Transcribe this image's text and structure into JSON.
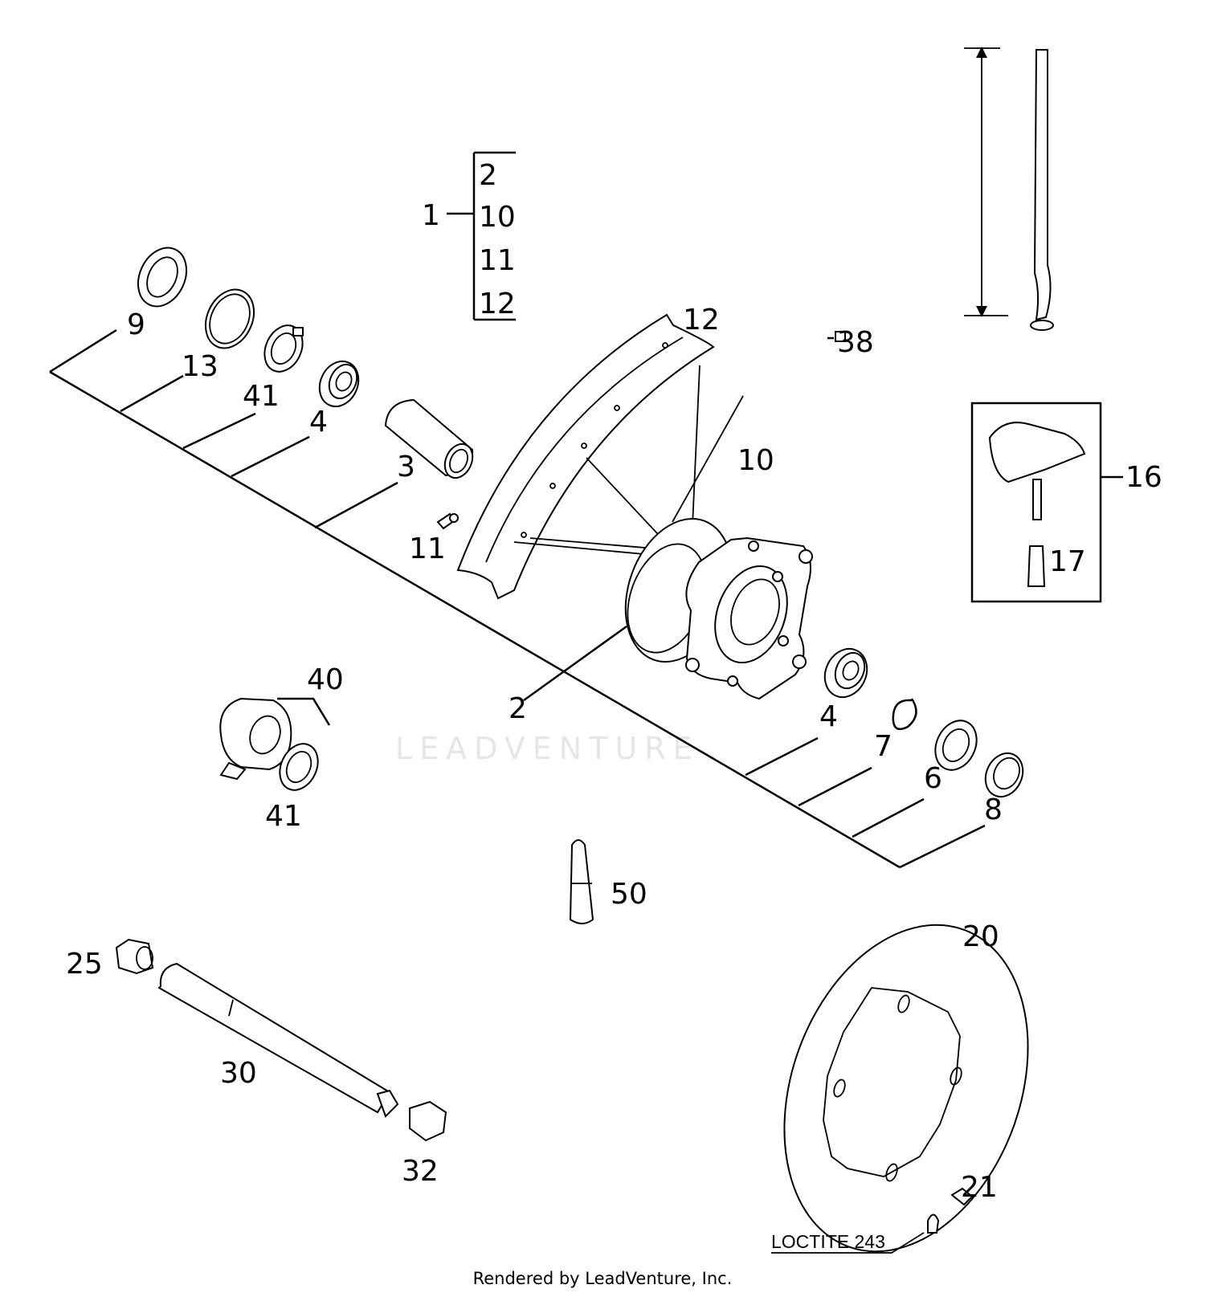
{
  "watermark": "LEADVENTURE",
  "footer": "Rendered by LeadVenture, Inc.",
  "note_loctite": "LOCTITE 243",
  "kit": {
    "parent": "1",
    "children": [
      "2",
      "10",
      "11",
      "12"
    ]
  },
  "callouts": {
    "c2": "2",
    "c3": "3",
    "c4a": "4",
    "c4b": "4",
    "c6": "6",
    "c7": "7",
    "c8": "8",
    "c9": "9",
    "c10": "10",
    "c11": "11",
    "c12": "12",
    "c13": "13",
    "c16": "16",
    "c17": "17",
    "c20": "20",
    "c21": "21",
    "c25": "25",
    "c30": "30",
    "c32": "32",
    "c38": "38",
    "c40": "40",
    "c41a": "41",
    "c41b": "41",
    "c50": "50"
  }
}
